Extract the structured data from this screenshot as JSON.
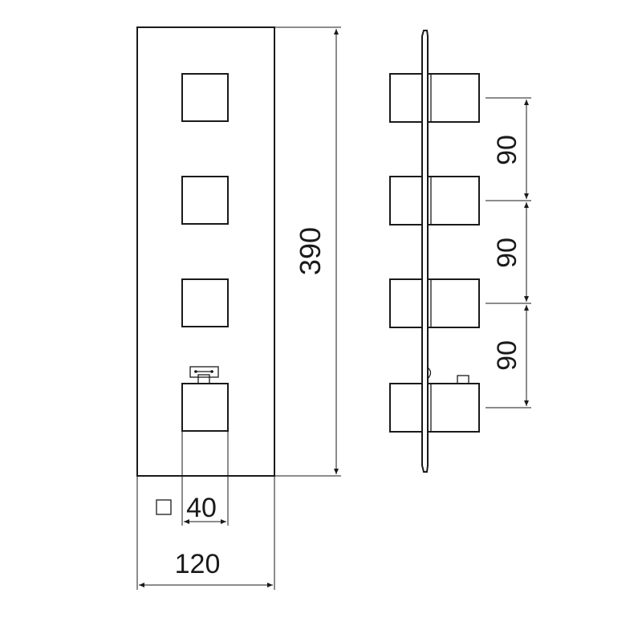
{
  "drawing": {
    "colors": {
      "line": "#1a1a1a",
      "background": "#ffffff"
    },
    "dimensions": {
      "height_label": "390",
      "width_label": "120",
      "knob_size_label": "40",
      "spacing_labels": [
        "90",
        "90",
        "90"
      ]
    },
    "symbols": {
      "square_symbol": "square-symbol-icon"
    }
  }
}
